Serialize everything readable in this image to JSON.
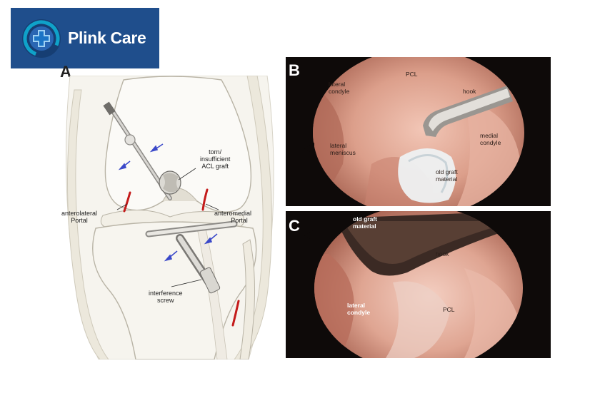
{
  "brand": {
    "name": "Plink Care"
  },
  "panels": {
    "a": {
      "letter": "A",
      "labels": {
        "graft_l1": "torn/",
        "graft_l2": "insufficient",
        "graft_l3": "ACL graft",
        "alp_l1": "anterolateral",
        "alp_l2": "Portal",
        "amp_l1": "anteromedial",
        "amp_l2": "Portal",
        "screw_l1": "interference",
        "screw_l2": "screw"
      }
    },
    "b": {
      "letter": "B",
      "labels": {
        "pcl": "PCL",
        "lc_l1": "lateral",
        "lc_l2": "condyle",
        "hook": "hook",
        "mc_l1": "medial",
        "mc_l2": "condyle",
        "lm_l1": "lateral",
        "lm_l2": "meniscus",
        "og_l1": "old graft",
        "og_l2": "material"
      }
    },
    "c": {
      "letter": "C",
      "labels": {
        "og_l1": "old graft",
        "og_l2": "material",
        "hook": "hook",
        "lc_l1": "lateral",
        "lc_l2": "condyle",
        "pcl": "PCL"
      }
    }
  },
  "colors": {
    "brand_bg": "#1f4e8c",
    "brand_emblem": "#0fa2c9",
    "scope_bg": "#0e0a09",
    "tissue": "#d69c8a",
    "bone": "#f1eee6",
    "arrow": "#3b49c9",
    "incision": "#c41b1b"
  }
}
